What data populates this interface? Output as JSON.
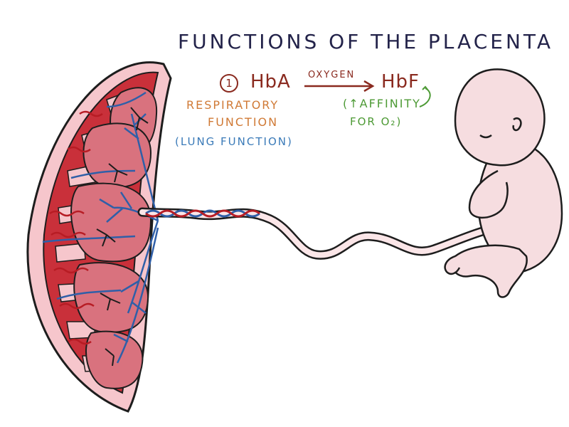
{
  "title": "FUNCTIONS OF THE PLACENTA",
  "point_number": "1",
  "exchange": {
    "from": "HbA",
    "carried": "OXYGEN",
    "to": "HbF"
  },
  "function_label": {
    "line1": "RESPIRATORY",
    "line2": "FUNCTION",
    "note": "(LUNG FUNCTION)"
  },
  "affinity_note": {
    "line1": "(↑AFFINITY",
    "line2": "FOR O₂)"
  },
  "colors": {
    "title": "#23234a",
    "exchange": "#8a2a1f",
    "function": "#d07a36",
    "lung_note": "#3a7ab8",
    "affinity": "#4d9a35",
    "placenta_outer": "#f6c6cc",
    "placenta_inner": "#d9727e",
    "maternal_vessel": "#b71c24",
    "fetal_vessel": "#2f5fa8",
    "fetus_skin": "#f6dde0"
  },
  "icons": [
    "placenta-illustration",
    "umbilical-cord-illustration",
    "fetus-illustration",
    "arrow-right-icon",
    "curved-up-arrow-icon"
  ]
}
